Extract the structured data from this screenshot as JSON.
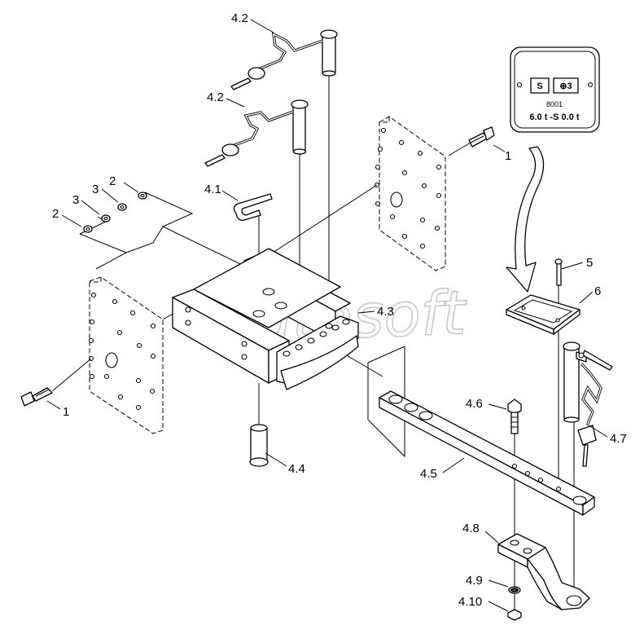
{
  "watermark": "Autosoft",
  "callouts": [
    {
      "key": "c_4_2a",
      "text": "4.2"
    },
    {
      "key": "c_4_2b",
      "text": "4.2"
    },
    {
      "key": "c_4_1",
      "text": "4.1"
    },
    {
      "key": "c_1_top",
      "text": "1"
    },
    {
      "key": "c_2_top",
      "text": "2"
    },
    {
      "key": "c_3_a",
      "text": "3"
    },
    {
      "key": "c_3_b",
      "text": "3"
    },
    {
      "key": "c_2_left",
      "text": "2"
    },
    {
      "key": "c_4_3",
      "text": "4.3"
    },
    {
      "key": "c_1_bottom",
      "text": "1"
    },
    {
      "key": "c_4_4",
      "text": "4.4"
    },
    {
      "key": "c_4_6",
      "text": "4.6"
    },
    {
      "key": "c_4_5",
      "text": "4.5"
    },
    {
      "key": "c_5",
      "text": "5"
    },
    {
      "key": "c_6",
      "text": "6"
    },
    {
      "key": "c_4_7",
      "text": "4.7"
    },
    {
      "key": "c_4_8",
      "text": "4.8"
    },
    {
      "key": "c_4_9",
      "text": "4.9"
    },
    {
      "key": "c_4_10",
      "text": "4.10"
    }
  ],
  "plate_detail": {
    "left_box": "S",
    "right_box": "⊕3",
    "number": "8001",
    "rating": "6.0 t -S 0.0 t"
  }
}
